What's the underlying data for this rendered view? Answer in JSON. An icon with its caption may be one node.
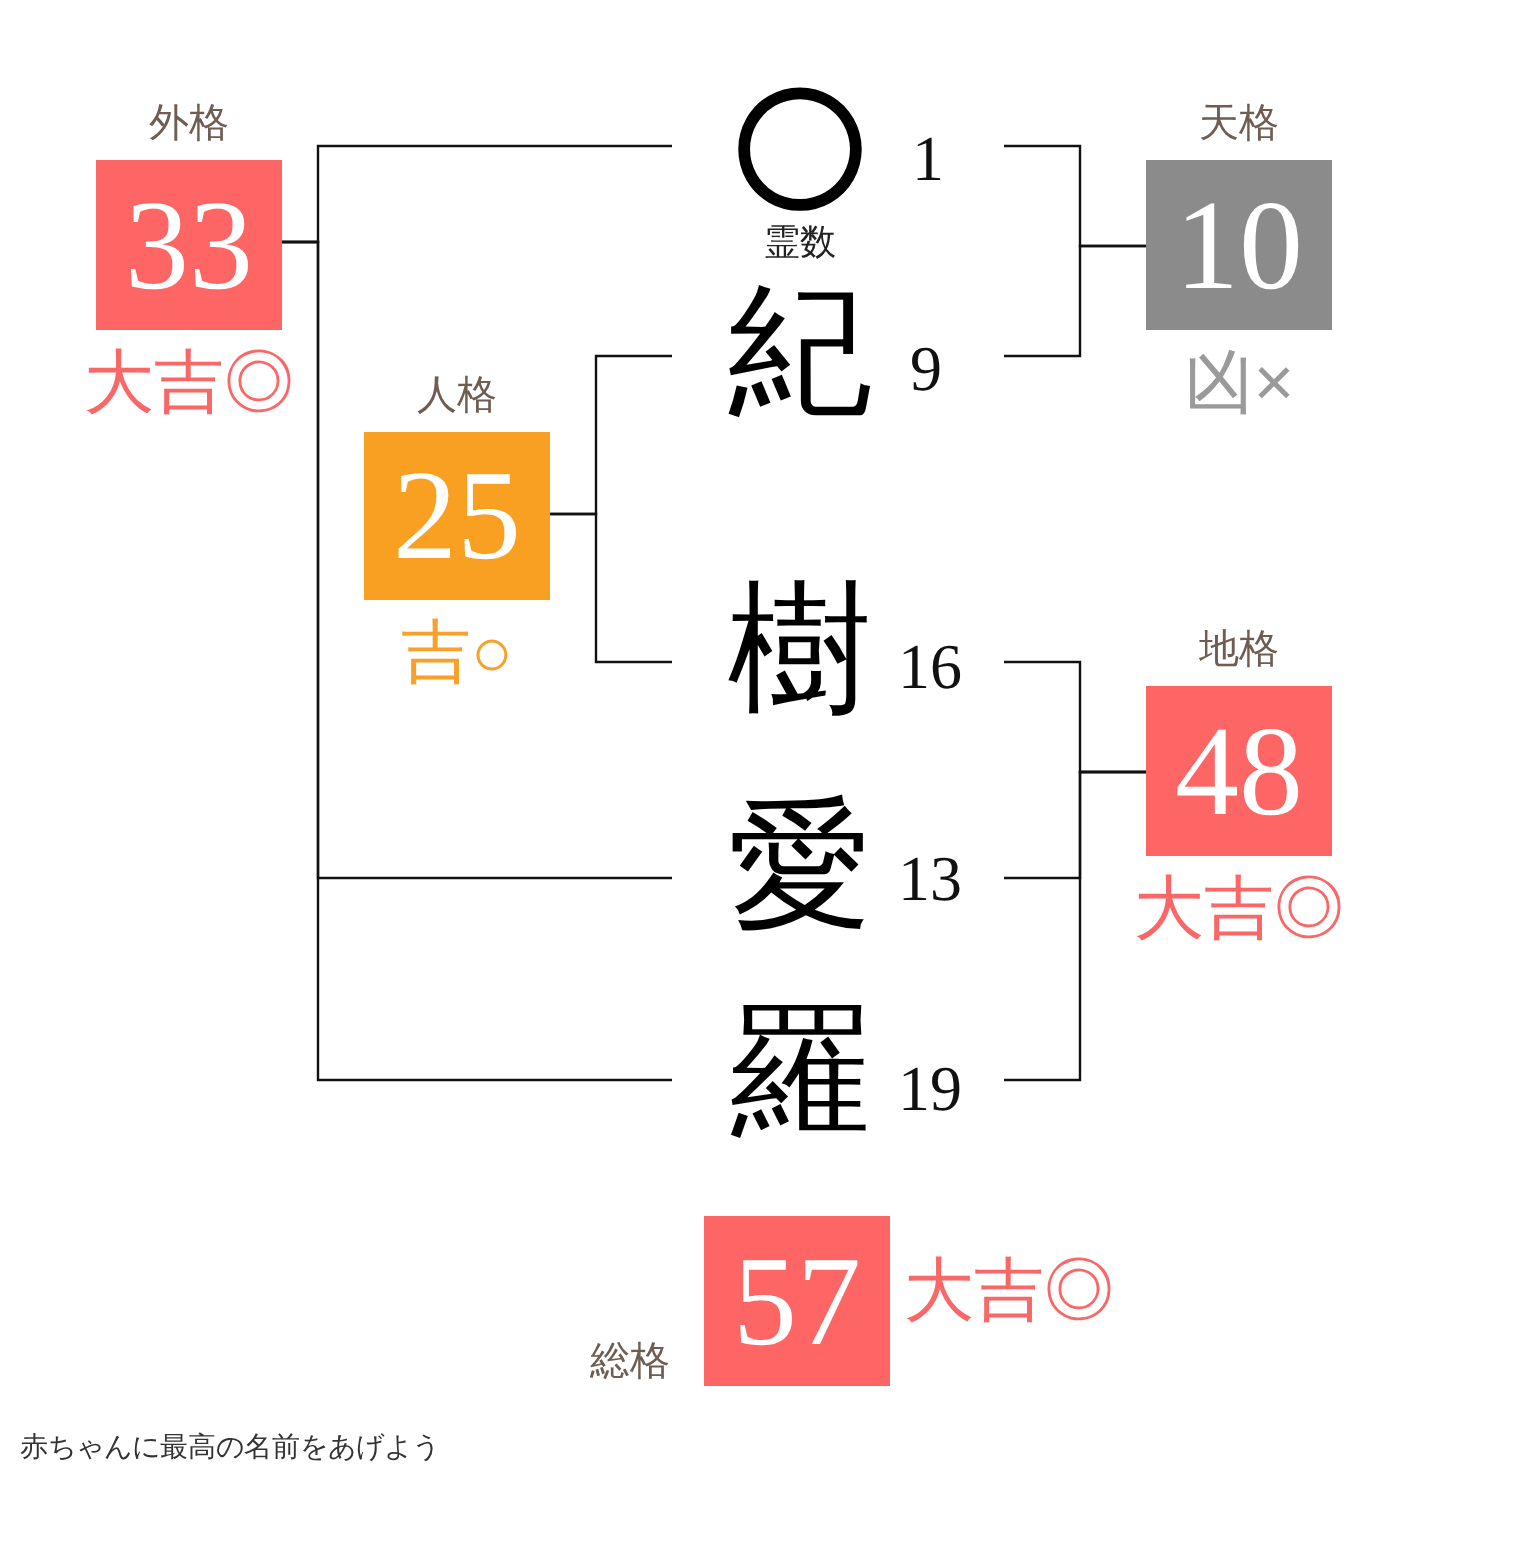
{
  "diagram": {
    "nodes": [
      {
        "text": [
          "外格",
          "33"
        ],
        "beside": [
          "大吉◎"
        ]
      },
      {
        "text": [
          "○"
        ],
        "beside": [
          "1",
          "霊数"
        ]
      },
      {
        "text": [
          "天格",
          "10"
        ],
        "beside": [
          "凶×"
        ]
      },
      {
        "text": [
          "紀"
        ],
        "beside": [
          "9"
        ]
      },
      {
        "text": [
          "人格",
          "25"
        ],
        "beside": [
          "吉○"
        ]
      },
      {
        "text": [
          "樹"
        ],
        "beside": [
          "16"
        ]
      },
      {
        "text": [
          "地格",
          "48"
        ],
        "beside": [
          "大吉◎"
        ]
      },
      {
        "text": [
          "愛"
        ],
        "beside": [
          "13"
        ]
      },
      {
        "text": [
          "羅"
        ],
        "beside": [
          "19"
        ]
      },
      {
        "text": [
          "総格",
          "57"
        ],
        "beside": [
          "大吉◎"
        ]
      }
    ],
    "edges": [
      {
        "from": 0,
        "to": 1,
        "arrow": "none"
      },
      {
        "from": 0,
        "to": 7,
        "arrow": "none"
      },
      {
        "from": 0,
        "to": 8,
        "arrow": "none"
      },
      {
        "from": 2,
        "to": 1,
        "arrow": "none"
      },
      {
        "from": 2,
        "to": 3,
        "arrow": "none"
      },
      {
        "from": 4,
        "to": 3,
        "arrow": "none"
      },
      {
        "from": 4,
        "to": 5,
        "arrow": "none"
      },
      {
        "from": 6,
        "to": 5,
        "arrow": "none"
      },
      {
        "from": 6,
        "to": 7,
        "arrow": "none"
      },
      {
        "from": 6,
        "to": 8,
        "arrow": "none"
      }
    ],
    "labels": [
      "赤ちゃんに最高の名前をあげよう"
    ]
  }
}
